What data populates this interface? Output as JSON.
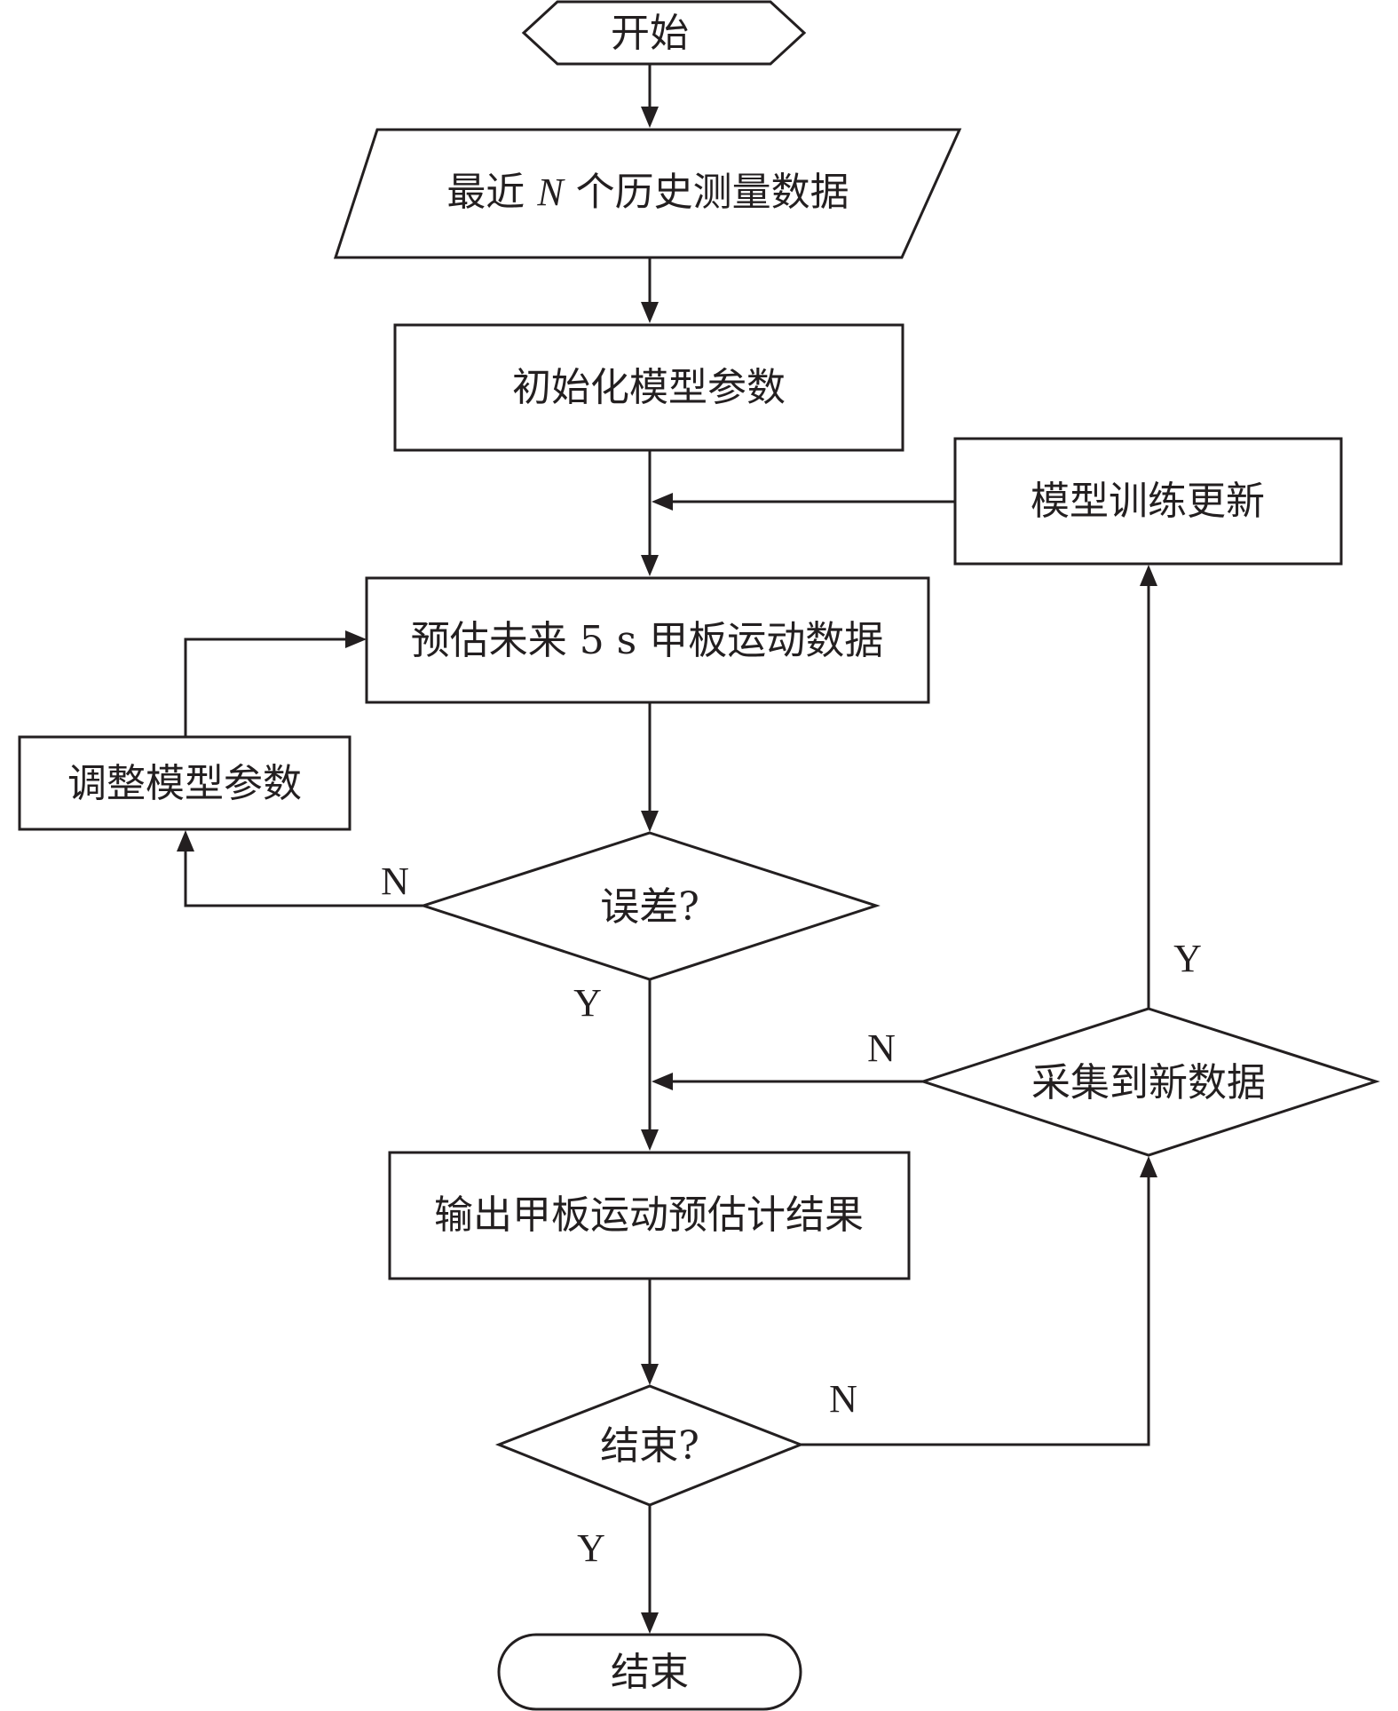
{
  "diagram": {
    "nodes": {
      "start": "开始",
      "input_data": {
        "prefix": "最近 ",
        "variable": "N",
        "suffix": " 个历史测量数据"
      },
      "init_params": "初始化模型参数",
      "predict": "预估未来 5 s 甲板运动数据",
      "adjust_params": "调整模型参数",
      "error_check": "误差?",
      "output_result": "输出甲板运动预估计结果",
      "end_check": "结束?",
      "end": "结束",
      "new_data_check": "采集到新数据",
      "train_update": "模型训练更新"
    },
    "edge_labels": {
      "error_no": "N",
      "error_yes": "Y",
      "new_data_no": "N",
      "new_data_yes": "Y",
      "end_no": "N",
      "end_yes": "Y"
    },
    "colors": {
      "stroke": "#231f20",
      "fill": "#ffffff"
    }
  }
}
